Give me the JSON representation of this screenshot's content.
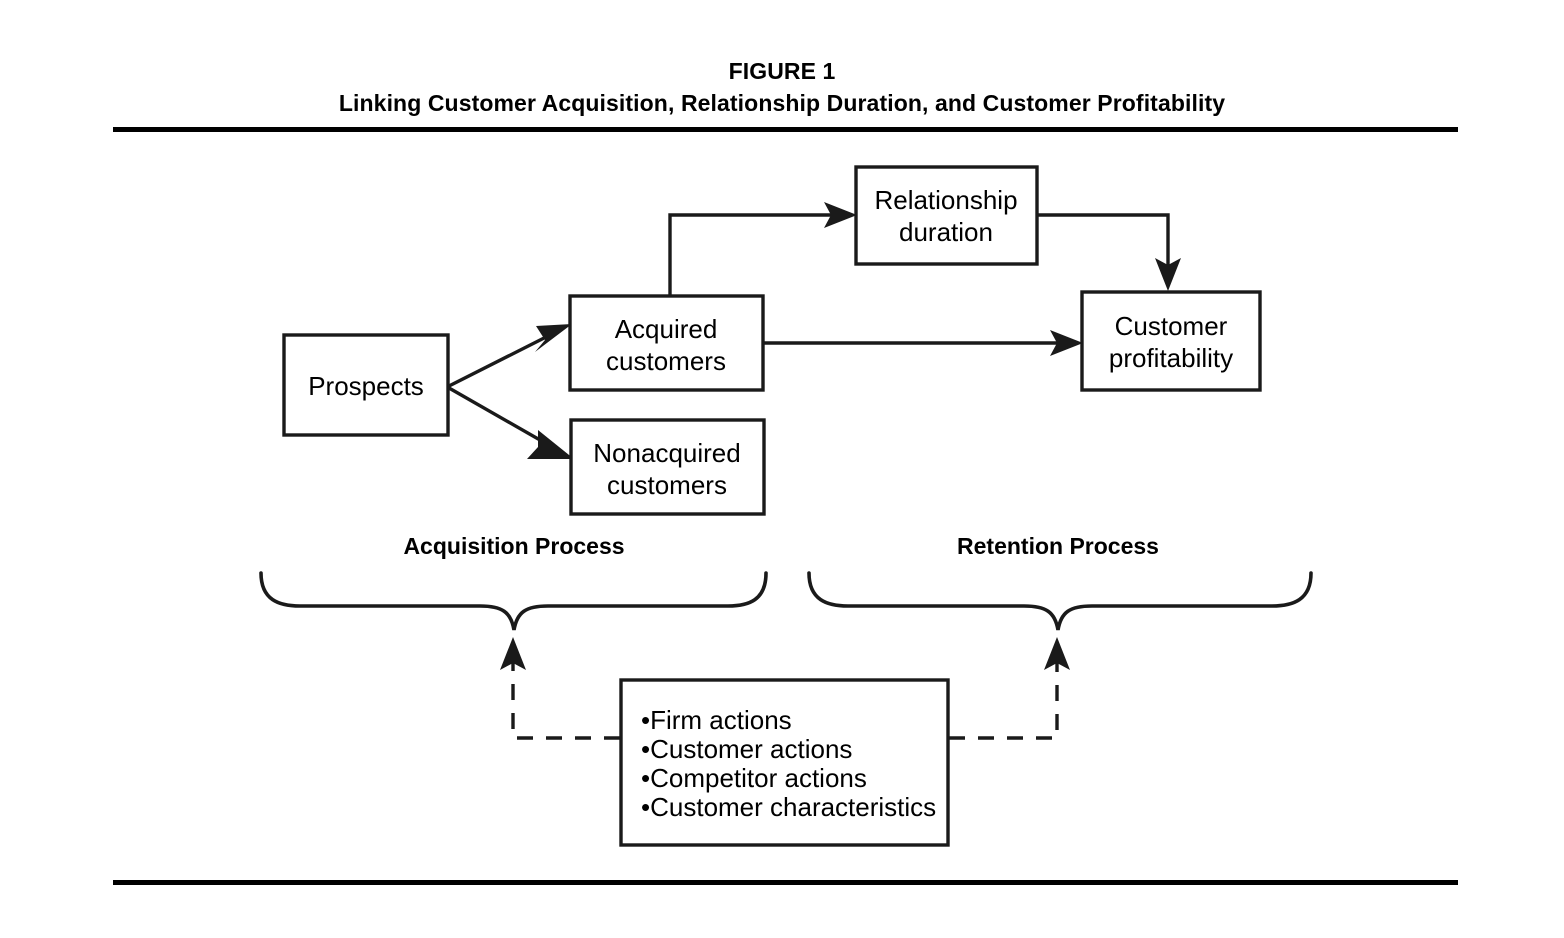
{
  "figure": {
    "label": "FIGURE 1",
    "title": "Linking Customer Acquisition, Relationship Duration, and Customer Profitability"
  },
  "colors": {
    "stroke": "#1a1a1a",
    "rule": "#000000",
    "background": "#ffffff",
    "text": "#000000"
  },
  "nodes": {
    "prospects": {
      "line1": "Prospects",
      "line2": ""
    },
    "acquired_customers": {
      "line1": "Acquired",
      "line2": "customers"
    },
    "nonacquired_customers": {
      "line1": "Nonacquired",
      "line2": "customers"
    },
    "relationship_duration": {
      "line1": "Relationship",
      "line2": "duration"
    },
    "customer_profitability": {
      "line1": "Customer",
      "line2": "profitability"
    }
  },
  "drivers_box": {
    "bullet": "•",
    "items": [
      "Firm actions",
      "Customer actions",
      "Competitor actions",
      "Customer characteristics"
    ],
    "lines": [
      "•Firm actions",
      "•Customer actions",
      "•Competitor actions",
      "•Customer characteristics"
    ]
  },
  "process_labels": {
    "acquisition": "Acquisition Process",
    "retention": "Retention Process"
  },
  "edges": [
    {
      "from": "prospects",
      "to": "acquired_customers",
      "style": "solid"
    },
    {
      "from": "prospects",
      "to": "nonacquired_customers",
      "style": "solid"
    },
    {
      "from": "acquired_customers",
      "to": "relationship_duration",
      "style": "solid"
    },
    {
      "from": "acquired_customers",
      "to": "customer_profitability",
      "style": "solid"
    },
    {
      "from": "relationship_duration",
      "to": "customer_profitability",
      "style": "solid"
    },
    {
      "from": "drivers_box",
      "to": "acquisition_process_brace",
      "style": "dashed"
    },
    {
      "from": "drivers_box",
      "to": "retention_process_brace",
      "style": "dashed"
    }
  ]
}
